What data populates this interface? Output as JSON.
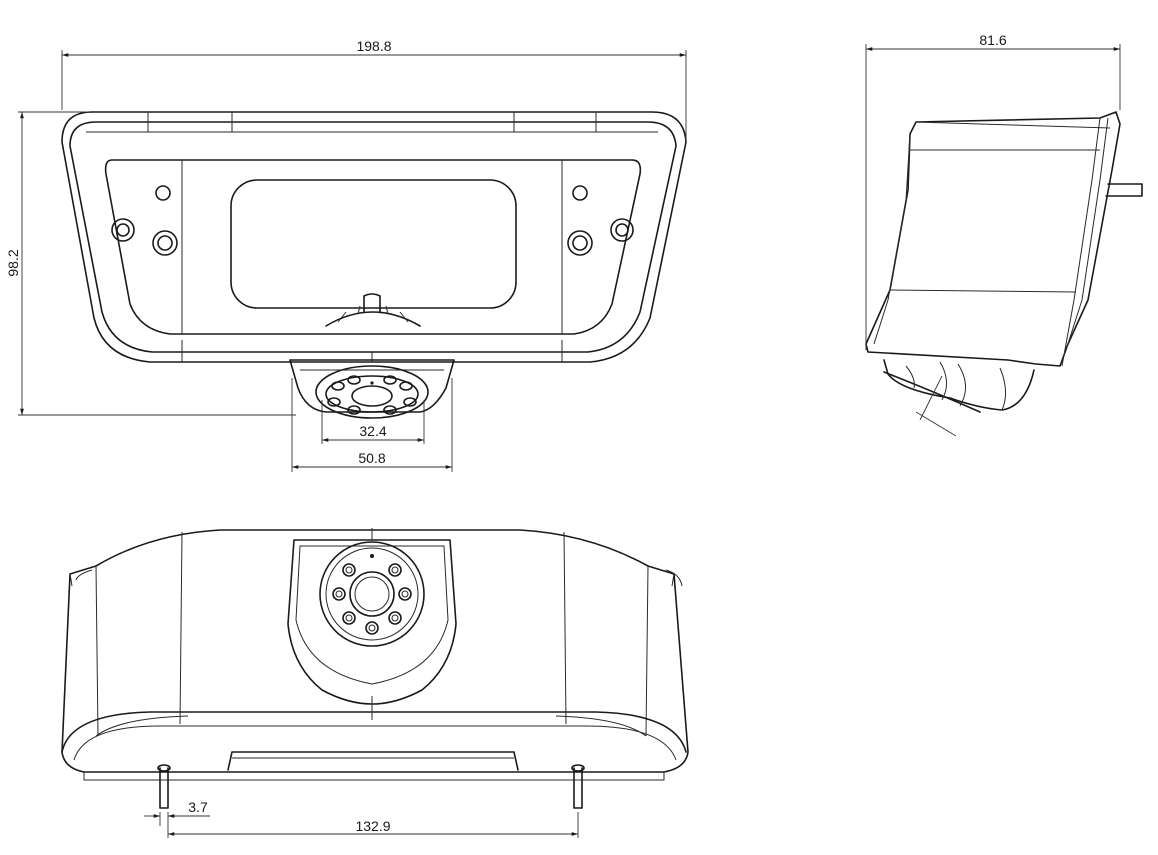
{
  "dimensions": {
    "front_width": "198.8",
    "front_height": "98.2",
    "lens_width": "32.4",
    "housing_width": "50.8",
    "side_depth": "81.6",
    "pin_diameter": "3.7",
    "pin_spacing": "132.9"
  }
}
